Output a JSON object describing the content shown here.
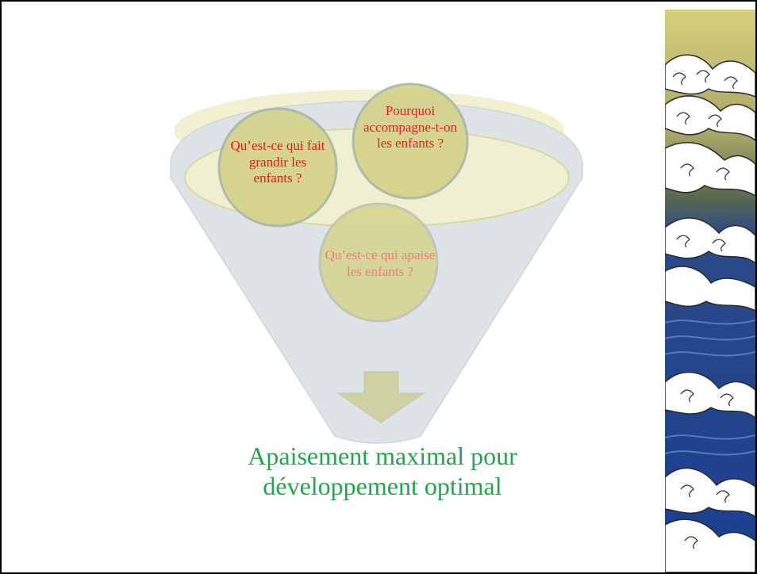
{
  "diagram": {
    "questions": [
      "Qu’est-ce qui fait grandir les enfants ?",
      "Pourquoi accompagne-t-on les enfants ?",
      "Qu’est-ce qui apaise les enfants ?"
    ],
    "result": "Apaisement maximal pour développement optimal"
  },
  "colors": {
    "funnel_fill": "#dde3e6",
    "circle_fill": "#d5d28a",
    "ellipse_fill": "#efefc9",
    "arrow_fill": "#cfd0a4",
    "result_text": "#1fa84a",
    "question_text": "#e8141c",
    "decor_top": "#d6d07a",
    "decor_bottom": "#1a3f92"
  },
  "decoration": {
    "icon": "wave-pattern-icon"
  }
}
